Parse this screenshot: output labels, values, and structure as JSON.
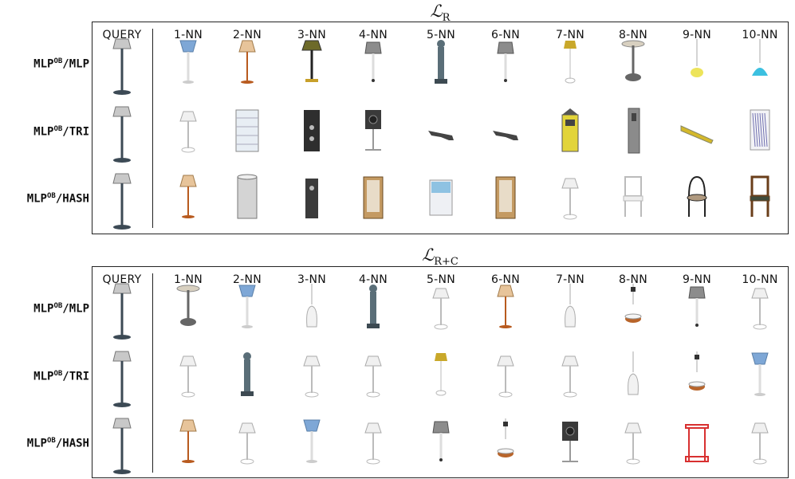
{
  "panels": [
    {
      "title_main": "ℒ",
      "title_sub": "R",
      "query_label": "QUERY",
      "columns": [
        "1-NN",
        "2-NN",
        "3-NN",
        "4-NN",
        "5-NN",
        "6-NN",
        "7-NN",
        "8-NN",
        "9-NN",
        "10-NN"
      ],
      "rows": [
        {
          "label_main": "MLP",
          "label_sup": "OB",
          "label_rest": "/MLP"
        },
        {
          "label_main": "MLP",
          "label_sup": "OB",
          "label_rest": "/TRI"
        },
        {
          "label_main": "MLP",
          "label_sup": "OB",
          "label_rest": "/HASH"
        }
      ]
    },
    {
      "title_main": "ℒ",
      "title_sub": "R+C",
      "query_label": "QUERY",
      "columns": [
        "1-NN",
        "2-NN",
        "3-NN",
        "4-NN",
        "5-NN",
        "6-NN",
        "7-NN",
        "8-NN",
        "9-NN",
        "10-NN"
      ],
      "rows": [
        {
          "label_main": "MLP",
          "label_sup": "OB",
          "label_rest": "/MLP"
        },
        {
          "label_main": "MLP",
          "label_sup": "OB",
          "label_rest": "/TRI"
        },
        {
          "label_main": "MLP",
          "label_sup": "OB",
          "label_rest": "/HASH"
        }
      ]
    }
  ],
  "thumbnails": {
    "query": {
      "icon": "floor-lamp-gray",
      "color": "#9a9a9a"
    },
    "grid": [
      [
        [
          "lamp-blue",
          "lamp-orange",
          "lamp-dark",
          "lamp-gray",
          "lamp-column",
          "lamp-gray",
          "lamp-yellow",
          "table-lamp",
          "pendant-yellow",
          "pendant-cyan"
        ],
        [
          "lamp-white",
          "cabinet-glass",
          "speaker",
          "speaker-stand",
          "gun",
          "gun",
          "kiosk-yellow",
          "tower",
          "gun-yellow",
          "shelf-white"
        ],
        [
          "lamp-orange",
          "cylinder",
          "tower-dark",
          "cabinet-wood",
          "shelf-blue",
          "cabinet-wood",
          "lamp-white",
          "chair-white",
          "chair-black",
          "chair-brown"
        ]
      ],
      [
        [
          "table-lamp",
          "lamp-blue",
          "pendant-white",
          "lamp-column",
          "lamp-white",
          "lamp-orange",
          "pendant-white",
          "pendant-dark",
          "lamp-gray",
          "lamp-white"
        ],
        [
          "lamp-white",
          "lamp-column",
          "lamp-white",
          "lamp-white",
          "lamp-yellow",
          "lamp-white",
          "lamp-white",
          "pendant-white",
          "pendant-dark",
          "lamp-blue"
        ],
        [
          "lamp-orange",
          "lamp-white",
          "lamp-blue",
          "lamp-white",
          "lamp-gray",
          "pendant-dark",
          "speaker-stand",
          "lamp-white",
          "table-red",
          "lamp-white"
        ]
      ]
    ]
  }
}
